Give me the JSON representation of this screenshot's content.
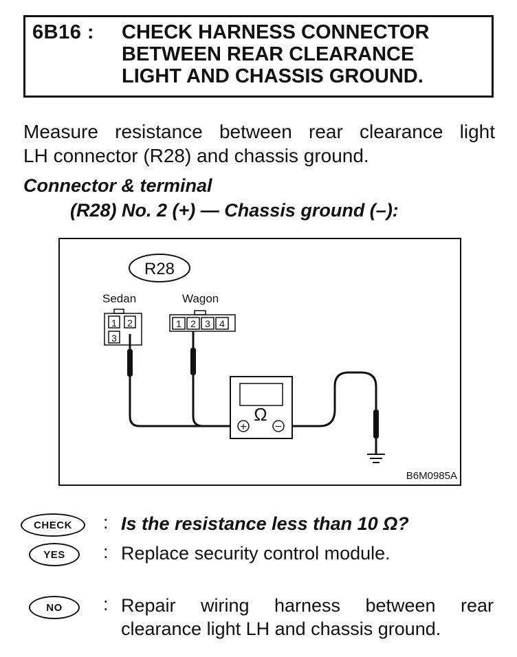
{
  "header": {
    "step_code": "6B16 :",
    "title_lines": [
      "CHECK HARNESS CONNECTOR",
      "BETWEEN REAR CLEARANCE",
      "LIGHT AND CHASSIS GROUND."
    ]
  },
  "intro": {
    "lines": [
      "Measure resistance between rear clearance light",
      "LH connector (R28) and chassis ground."
    ]
  },
  "connector": {
    "heading": "Connector & terminal",
    "spec": "(R28) No. 2 (+) — Chassis ground (–):"
  },
  "diagram": {
    "connector_id": "R28",
    "sedan_label": "Sedan",
    "wagon_label": "Wagon",
    "sedan_pins": [
      "1",
      "2",
      "3"
    ],
    "wagon_pins": [
      "1",
      "2",
      "3",
      "4"
    ],
    "meter_symbol": "Ω",
    "plus_symbol": "+",
    "minus_symbol": "−",
    "figure_code": "B6M0985A"
  },
  "results": {
    "check_badge": "CHECK",
    "yes_badge": "YES",
    "no_badge": "NO",
    "colon": ":",
    "check_question": "Is the resistance less than 10 Ω?",
    "yes_action": "Replace security control module.",
    "no_action_lines": [
      "Repair wiring harness between rear",
      "clearance light LH and chassis ground."
    ]
  }
}
